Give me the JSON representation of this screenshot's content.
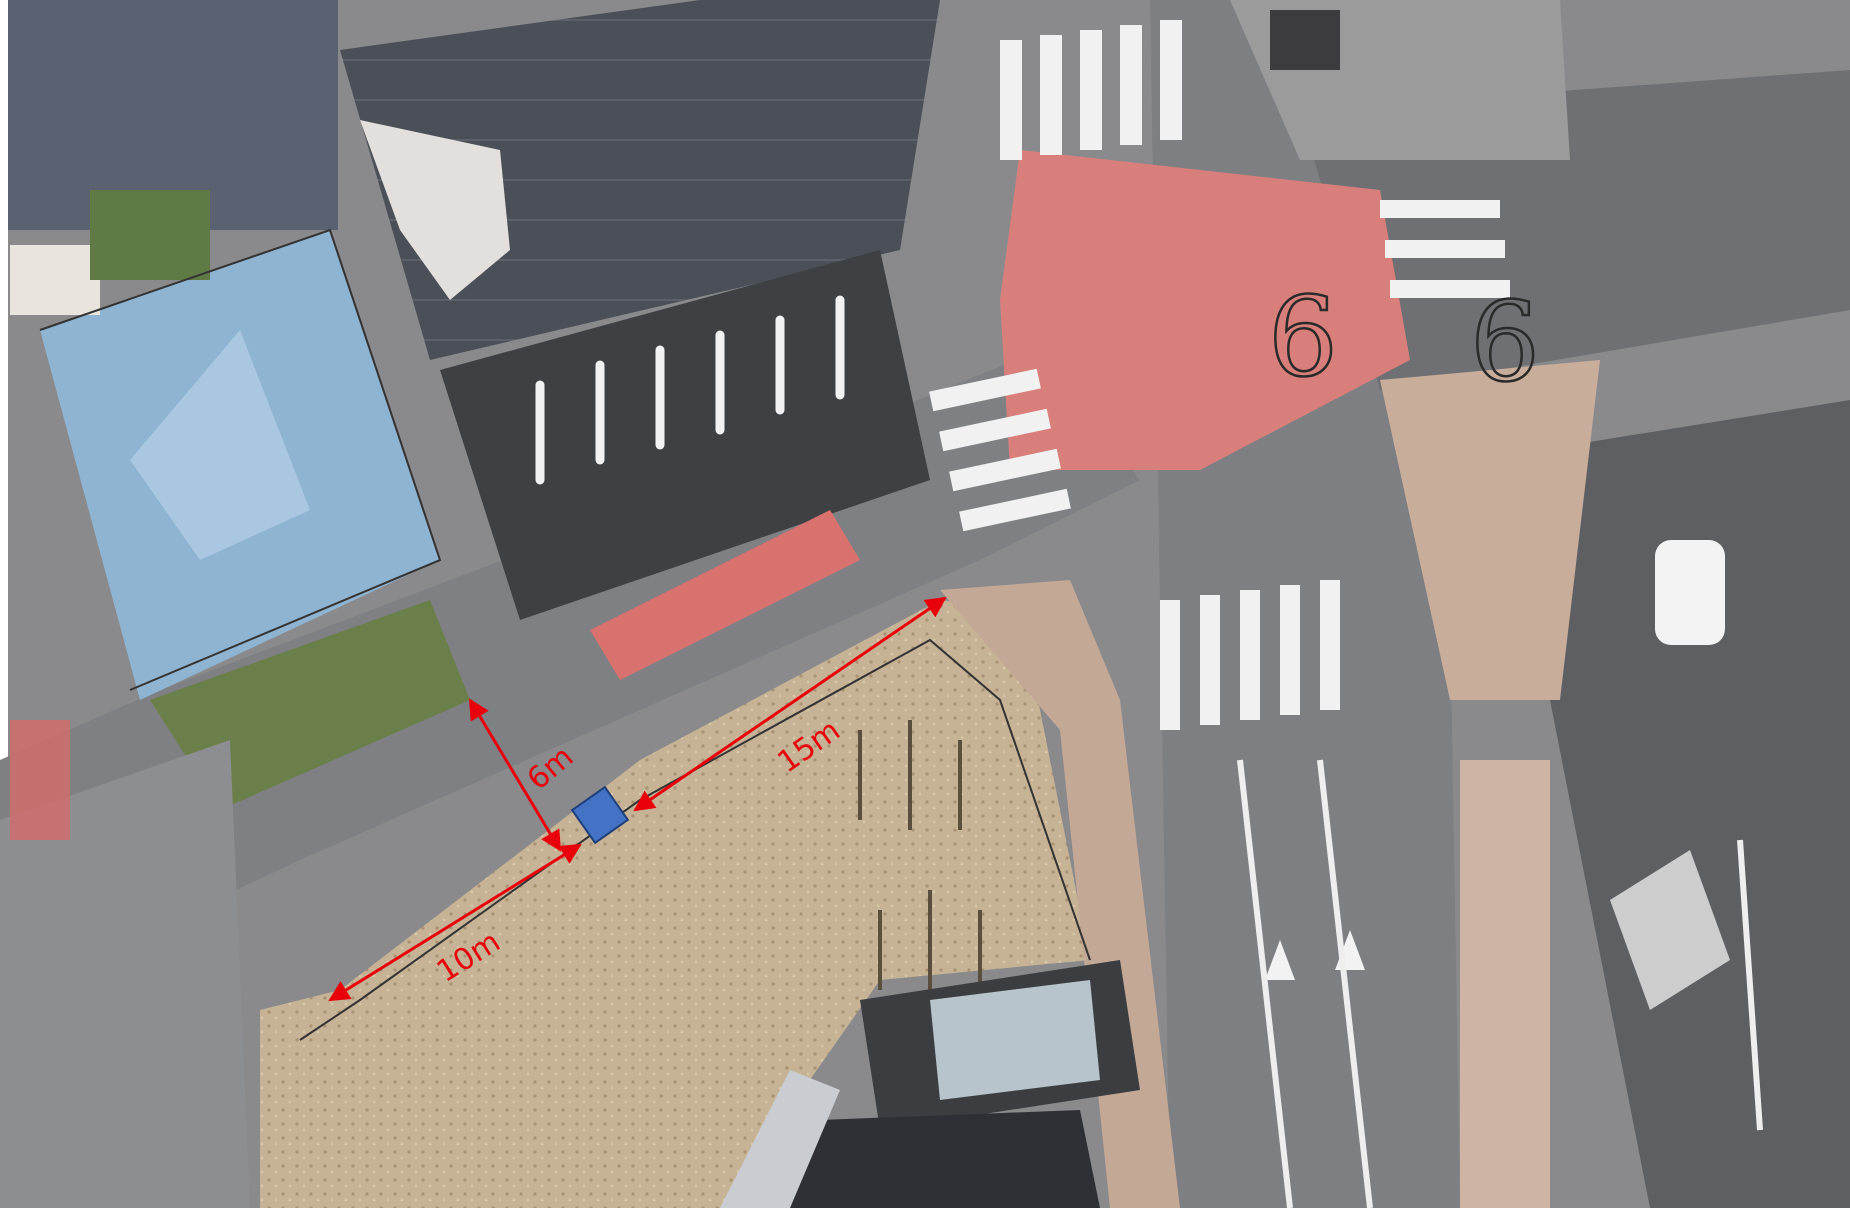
{
  "map": {
    "type": "aerial-site-plan",
    "annotations": {
      "marker_color": "#4472c4",
      "arrow_color": "#e8000b",
      "labels": [
        {
          "id": "dist-road",
          "text": "6m"
        },
        {
          "id": "dist-northeast",
          "text": "15m"
        },
        {
          "id": "dist-southwest",
          "text": "10m"
        }
      ]
    },
    "handwritten_numbers": [
      "6",
      "6"
    ]
  }
}
